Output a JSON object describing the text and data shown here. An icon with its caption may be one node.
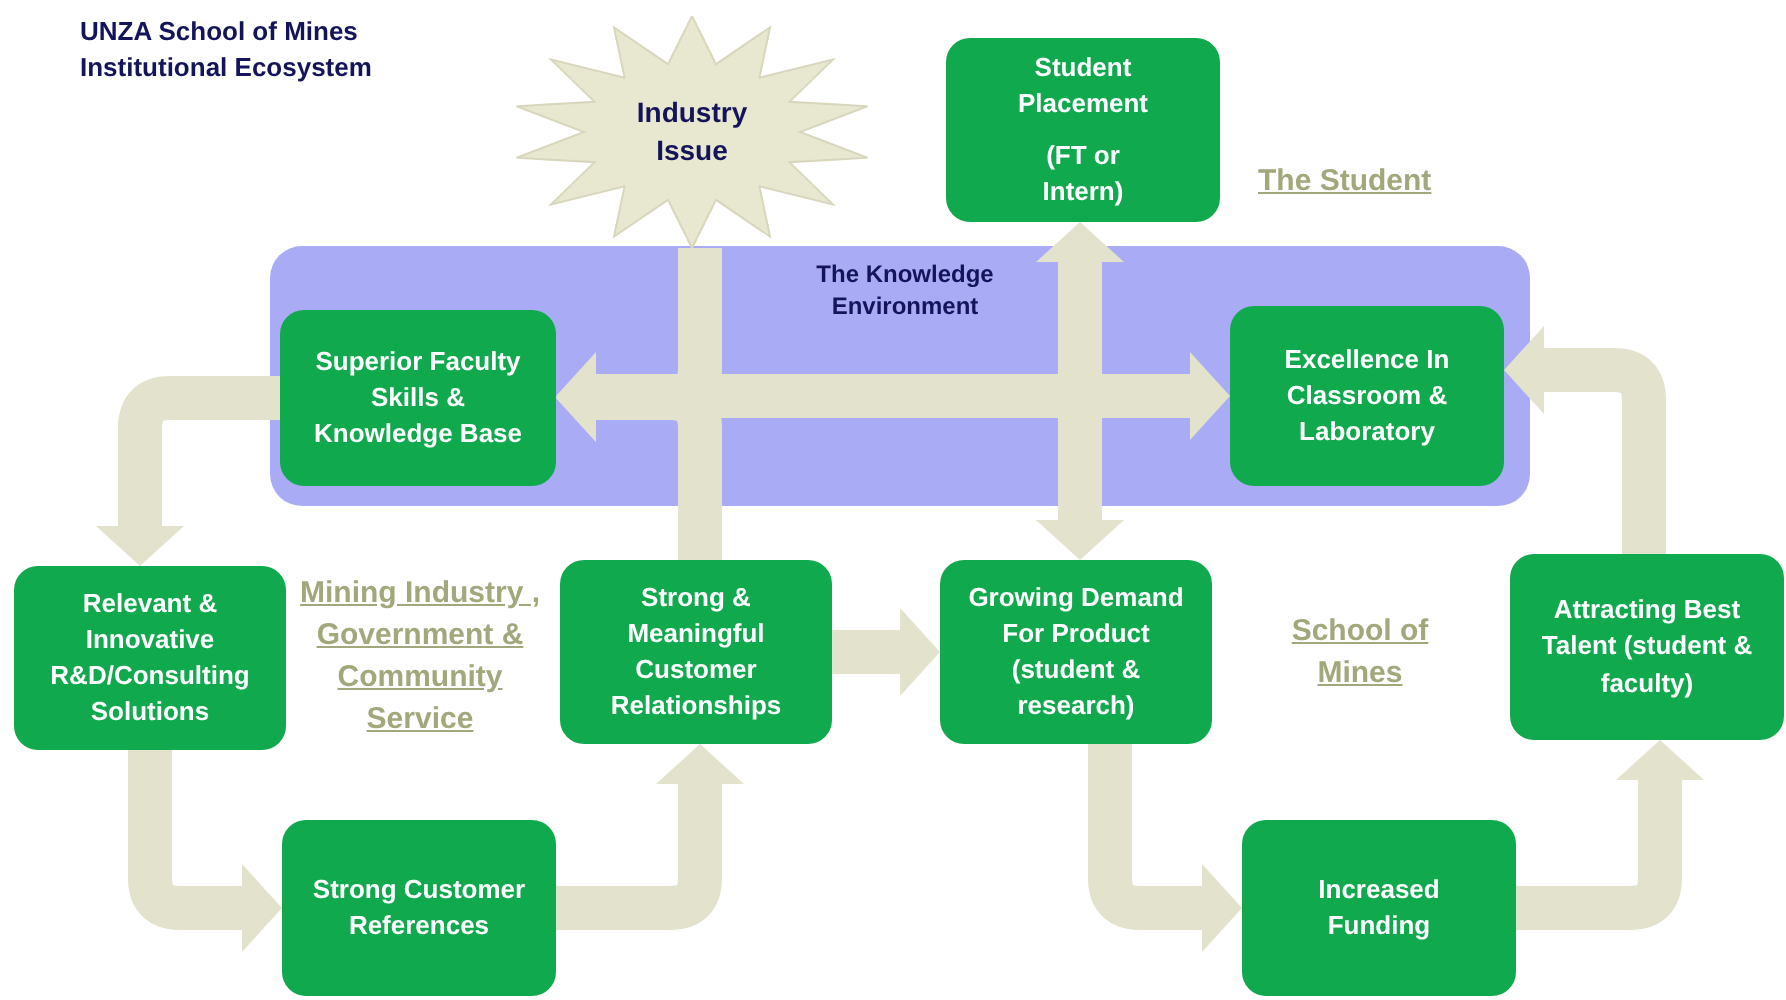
{
  "diagram": {
    "title": "UNZA School of Mines Institutional Ecosystem",
    "nodes": [
      {
        "text": [
          "The Knowledge Environment"
        ]
      },
      {
        "text": [
          "Superior Faculty Skills & Knowledge Base"
        ],
        "in": 0
      },
      {
        "text": [
          "Excellence In Classroom & Laboratory"
        ],
        "in": 0
      },
      {
        "text": [
          "Industry Issue"
        ]
      },
      {
        "text": [
          "Student Placement",
          "(FT or Intern)"
        ]
      },
      {
        "text": [
          "Relevant & Innovative R&D/Consulting Solutions"
        ]
      },
      {
        "text": [
          "Strong Customer References"
        ]
      },
      {
        "text": [
          "Strong & Meaningful Customer Relationships"
        ]
      },
      {
        "text": [
          "Growing Demand For Product (student & research)"
        ]
      },
      {
        "text": [
          "Increased Funding"
        ]
      },
      {
        "text": [
          "Attracting Best Talent (student & faculty)"
        ]
      }
    ],
    "edges": [
      {
        "from": 3,
        "to": 1,
        "arrow": "to"
      },
      {
        "from": 7,
        "to": 1,
        "arrow": "to"
      },
      {
        "from": 1,
        "to": 2,
        "arrow": "both"
      },
      {
        "from": 4,
        "to": 8,
        "arrow": "both"
      },
      {
        "from": 1,
        "to": 5,
        "arrow": "to"
      },
      {
        "from": 5,
        "to": 6,
        "arrow": "to"
      },
      {
        "from": 6,
        "to": 7,
        "arrow": "to"
      },
      {
        "from": 7,
        "to": 8,
        "arrow": "to"
      },
      {
        "from": 8,
        "to": 9,
        "arrow": "to"
      },
      {
        "from": 9,
        "to": 10,
        "arrow": "to"
      },
      {
        "from": 10,
        "to": 2,
        "arrow": "to"
      }
    ],
    "labels": [
      "The Student",
      "Mining Industry , Government & Community Service",
      "School of Mines"
    ]
  }
}
